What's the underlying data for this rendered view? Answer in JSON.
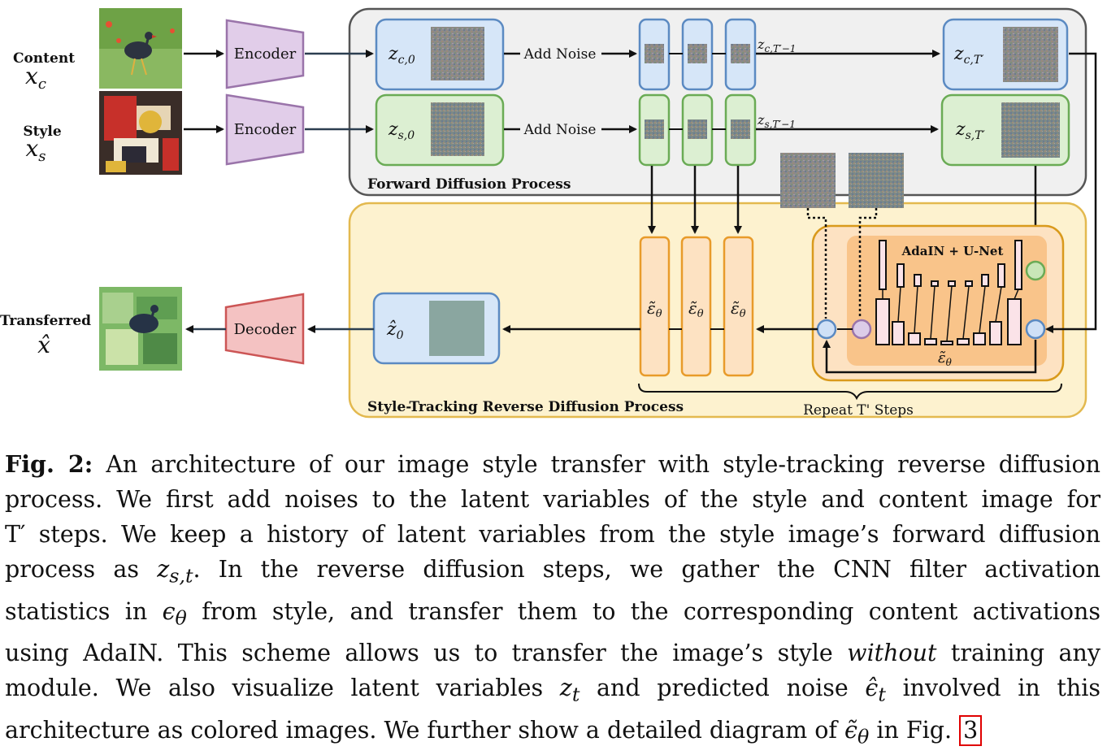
{
  "inputs": {
    "content_label": "Content",
    "content_symbol": "x",
    "content_sub": "c",
    "style_label": "Style",
    "style_symbol": "x",
    "style_sub": "s",
    "transferred_label": "Transferred",
    "transferred_symbol": "x̂"
  },
  "blocks": {
    "encoder": "Encoder",
    "decoder": "Decoder",
    "add_noise": "Add Noise",
    "adain_unet": "AdaIN + U-Net"
  },
  "latents": {
    "z": "z",
    "zc0_sub": "c,0",
    "zs0_sub": "s,0",
    "zcT_sub": "c,T′",
    "zsT_sub": "s,T′",
    "zcT1_sub": "c,T′−1",
    "zsT1_sub": "s,T′−1",
    "zhat0": "ẑ",
    "zhat0_sub": "0",
    "eps": "ε̃",
    "eps_sub": "θ"
  },
  "regions": {
    "forward": "Forward Diffusion Process",
    "reverse": "Style-Tracking Reverse Diffusion Process",
    "repeat": "Repeat T' Steps"
  },
  "caption": {
    "lines": [
      "An architecture of our image style transfer with style-tracking reverse diffusion",
      "process. We first add noises to the latent variables of the style and content image for",
      "T′ steps. We keep a history of latent variables from the style image’s forward diffusion",
      "activation",
      "corresponding content activations",
      "training any",
      "involved in this",
      "architecture as colored images. We further show a detailed diagram of"
    ],
    "fig_label": "Fig. 2:",
    "l4_pre": "process as",
    "l4_math": "z",
    "l4_math_sub": "s,t",
    "l4_post": ". In the reverse diffusion steps, we gather the CNN filter",
    "l5_pre": "statistics in",
    "l5_math": "ϵ",
    "l5_math_sub": "θ",
    "l5_post": "from style, and transfer them to the",
    "l6_pre": "using AdaIN. This scheme allows us to transfer the image’s style",
    "l6_em": "without",
    "l7_pre": "module. We also visualize latent variables",
    "l7_math": "z",
    "l7_math_sub": "t",
    "l7_mid": "and predicted noise",
    "l7_math2": "ϵ̂",
    "l7_math2_sub": "t",
    "l8_math": "ϵ̃",
    "l8_math_sub": "θ",
    "l8_mid": "in Fig.",
    "ref": "3"
  }
}
